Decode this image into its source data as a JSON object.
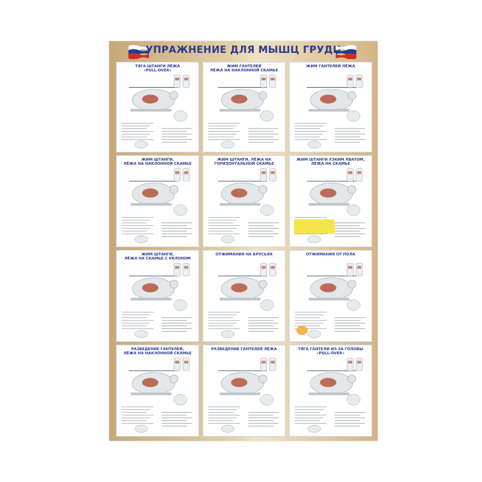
{
  "poster": {
    "title": "УПРАЖНЕНИЕ ДЛЯ МЫШЦ ГРУДИ",
    "colors": {
      "title": "#2b3990",
      "frame": "#d8bf8e",
      "muscle": "#b5553f",
      "flag_white": "#ffffff",
      "flag_blue": "#1c3f94",
      "flag_red": "#d52b1e",
      "highlight": "#f6e54a"
    },
    "panels": [
      {
        "title": "ТЯГА ШТАНГИ ЛЁЖА\n«PULL-OVER»"
      },
      {
        "title": "ЖИМ ГАНТЕЛЕЙ\nЛЁЖА НА НАКЛОННОЙ СКАМЬЕ"
      },
      {
        "title": "ЖИМ ГАНТЕЛЕЙ ЛЁЖА"
      },
      {
        "title": "ЖИМ ШТАНГИ,\nЛЁЖА НА НАКЛОННОЙ СКАМЬЕ"
      },
      {
        "title": "ЖИМ ШТАНГИ, ЛЁЖА НА\nГОРИЗОНТАЛЬНОЙ СКАМЬЕ"
      },
      {
        "title": "ЖИМ ШТАНГИ УЗКИМ ХВАТОМ,\nЛЁЖА НА СКАМЬЕ"
      },
      {
        "title": "ЖИМ ШТАНГИ,\nЛЁЖА НА СКАМЬЕ С УКЛОНОМ"
      },
      {
        "title": "ОТЖИМАНИЯ НА БРУСЬЯХ"
      },
      {
        "title": "ОТЖИМАНИЯ ОТ ПОЛА"
      },
      {
        "title": "РАЗВЕДЕНИЕ ГАНТЕЛЕЙ,\nЛЁЖА НА НАКЛОННОЙ СКАМЬЕ"
      },
      {
        "title": "РАЗВЕДЕНИЕ ГАНТЕЛЕЙ ЛЁЖА"
      },
      {
        "title": "ТЯГА ГАНТЕЛИ ИЗ-ЗА ГОЛОВЫ\n«PULL-OVER»"
      }
    ]
  }
}
